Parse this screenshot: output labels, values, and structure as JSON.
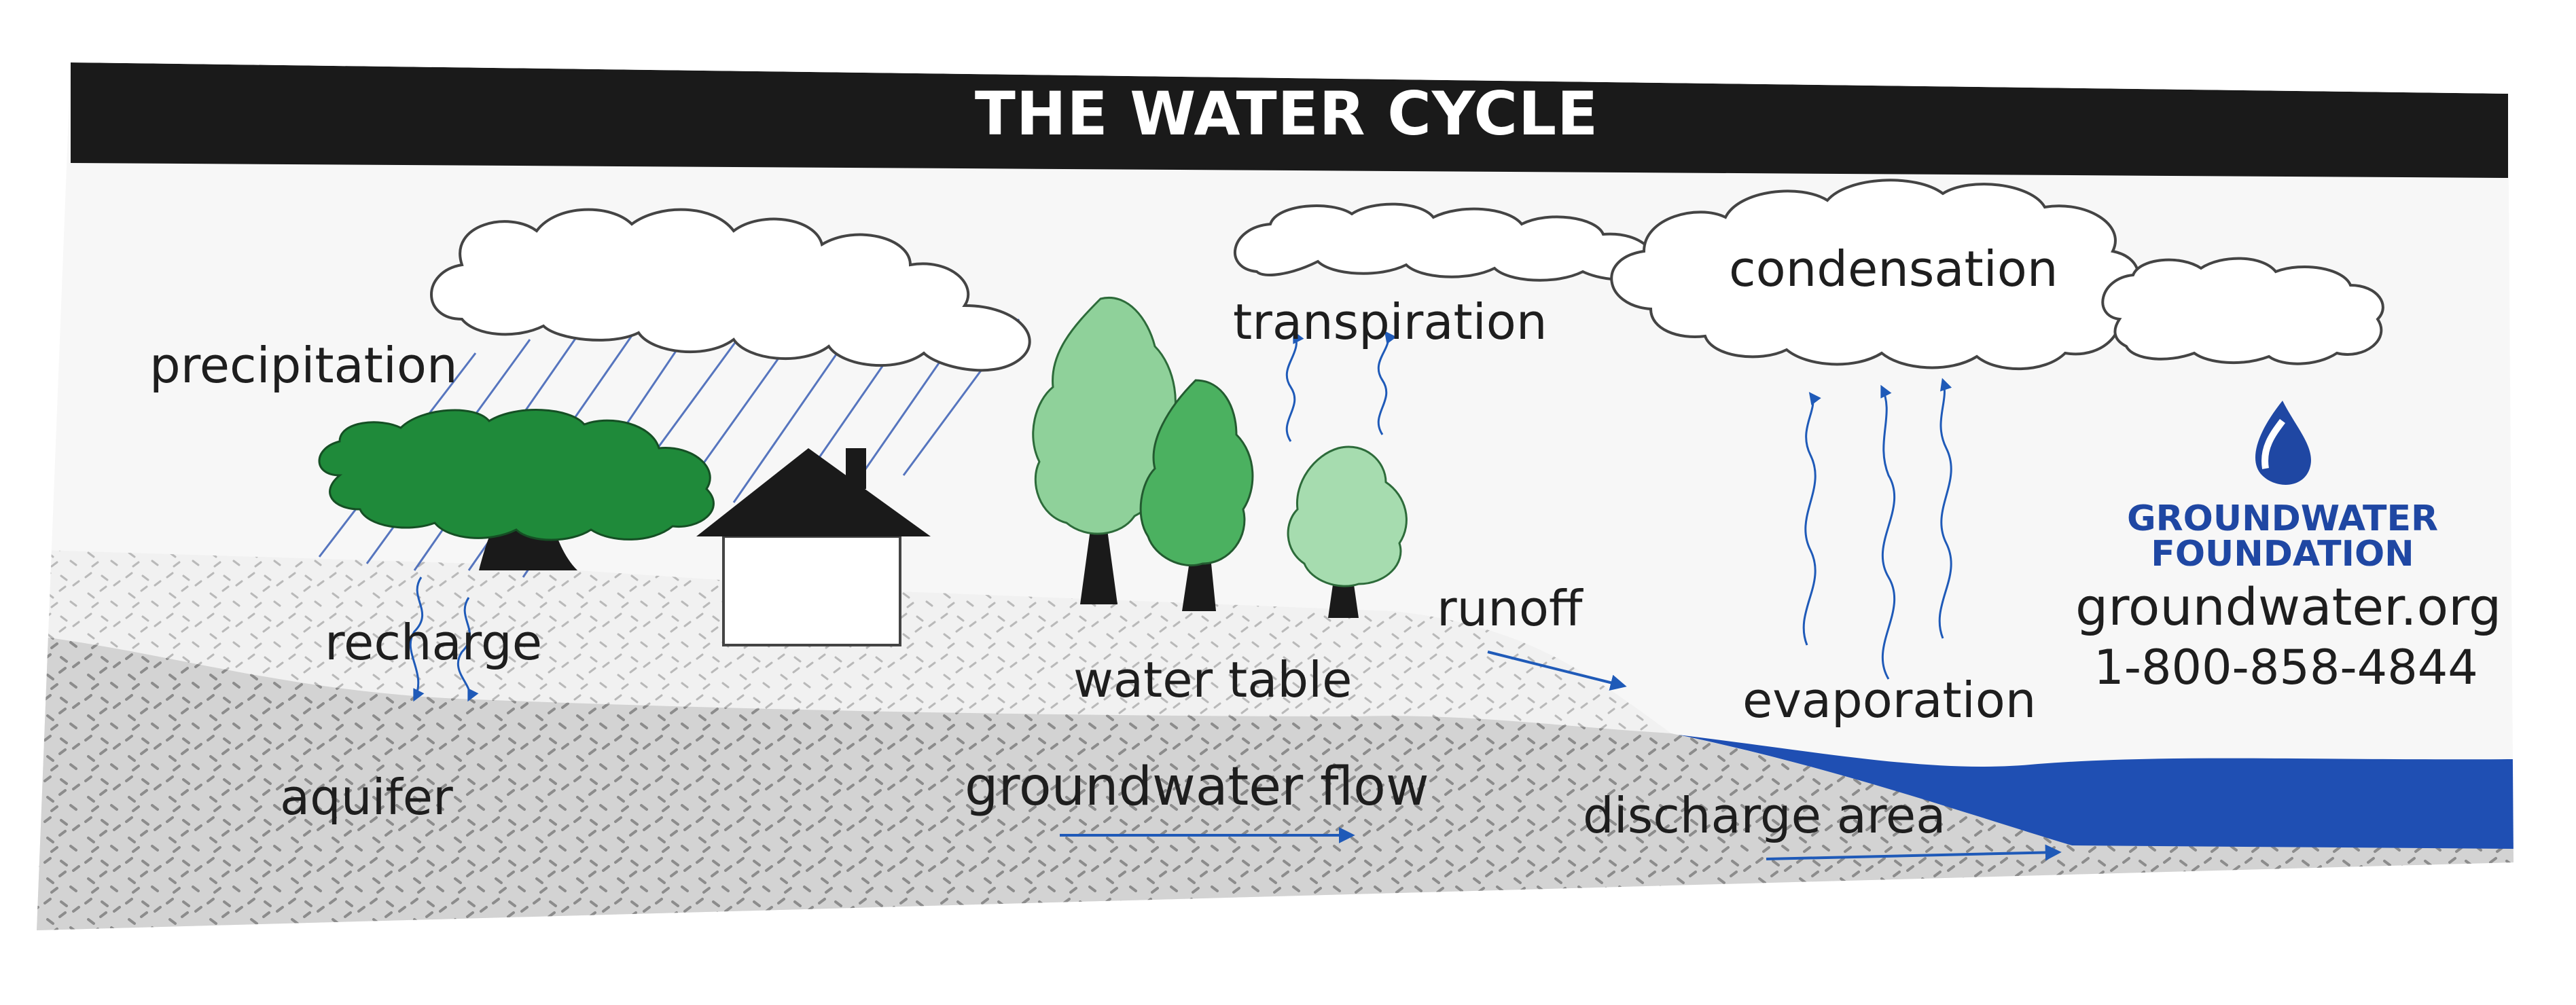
{
  "title": "THE WATER CYCLE",
  "labels": {
    "precipitation": "precipitation",
    "transpiration": "transpiration",
    "condensation": "condensation",
    "runoff": "runoff",
    "recharge": "recharge",
    "water_table": "water table",
    "evaporation": "evaporation",
    "aquifer": "aquifer",
    "groundwater_flow": "groundwater flow",
    "discharge_area": "discharge area"
  },
  "organization": {
    "name_line1": "GROUNDWATER",
    "name_line2": "FOUNDATION",
    "website": "groundwater.org",
    "phone": "1-800-858-4844",
    "logo_icon": "water-drop-icon"
  },
  "colors": {
    "title_bar": "#1a1a1a",
    "brand_blue": "#1f47a3",
    "water_blue": "#1f4fb3",
    "arrow_blue": "#1f5ab8",
    "dark_green_tree": "#1f8a3a",
    "light_green_tree": "#8fd19a",
    "ground": "#efefef",
    "aquifer": "#c8c8c8"
  }
}
